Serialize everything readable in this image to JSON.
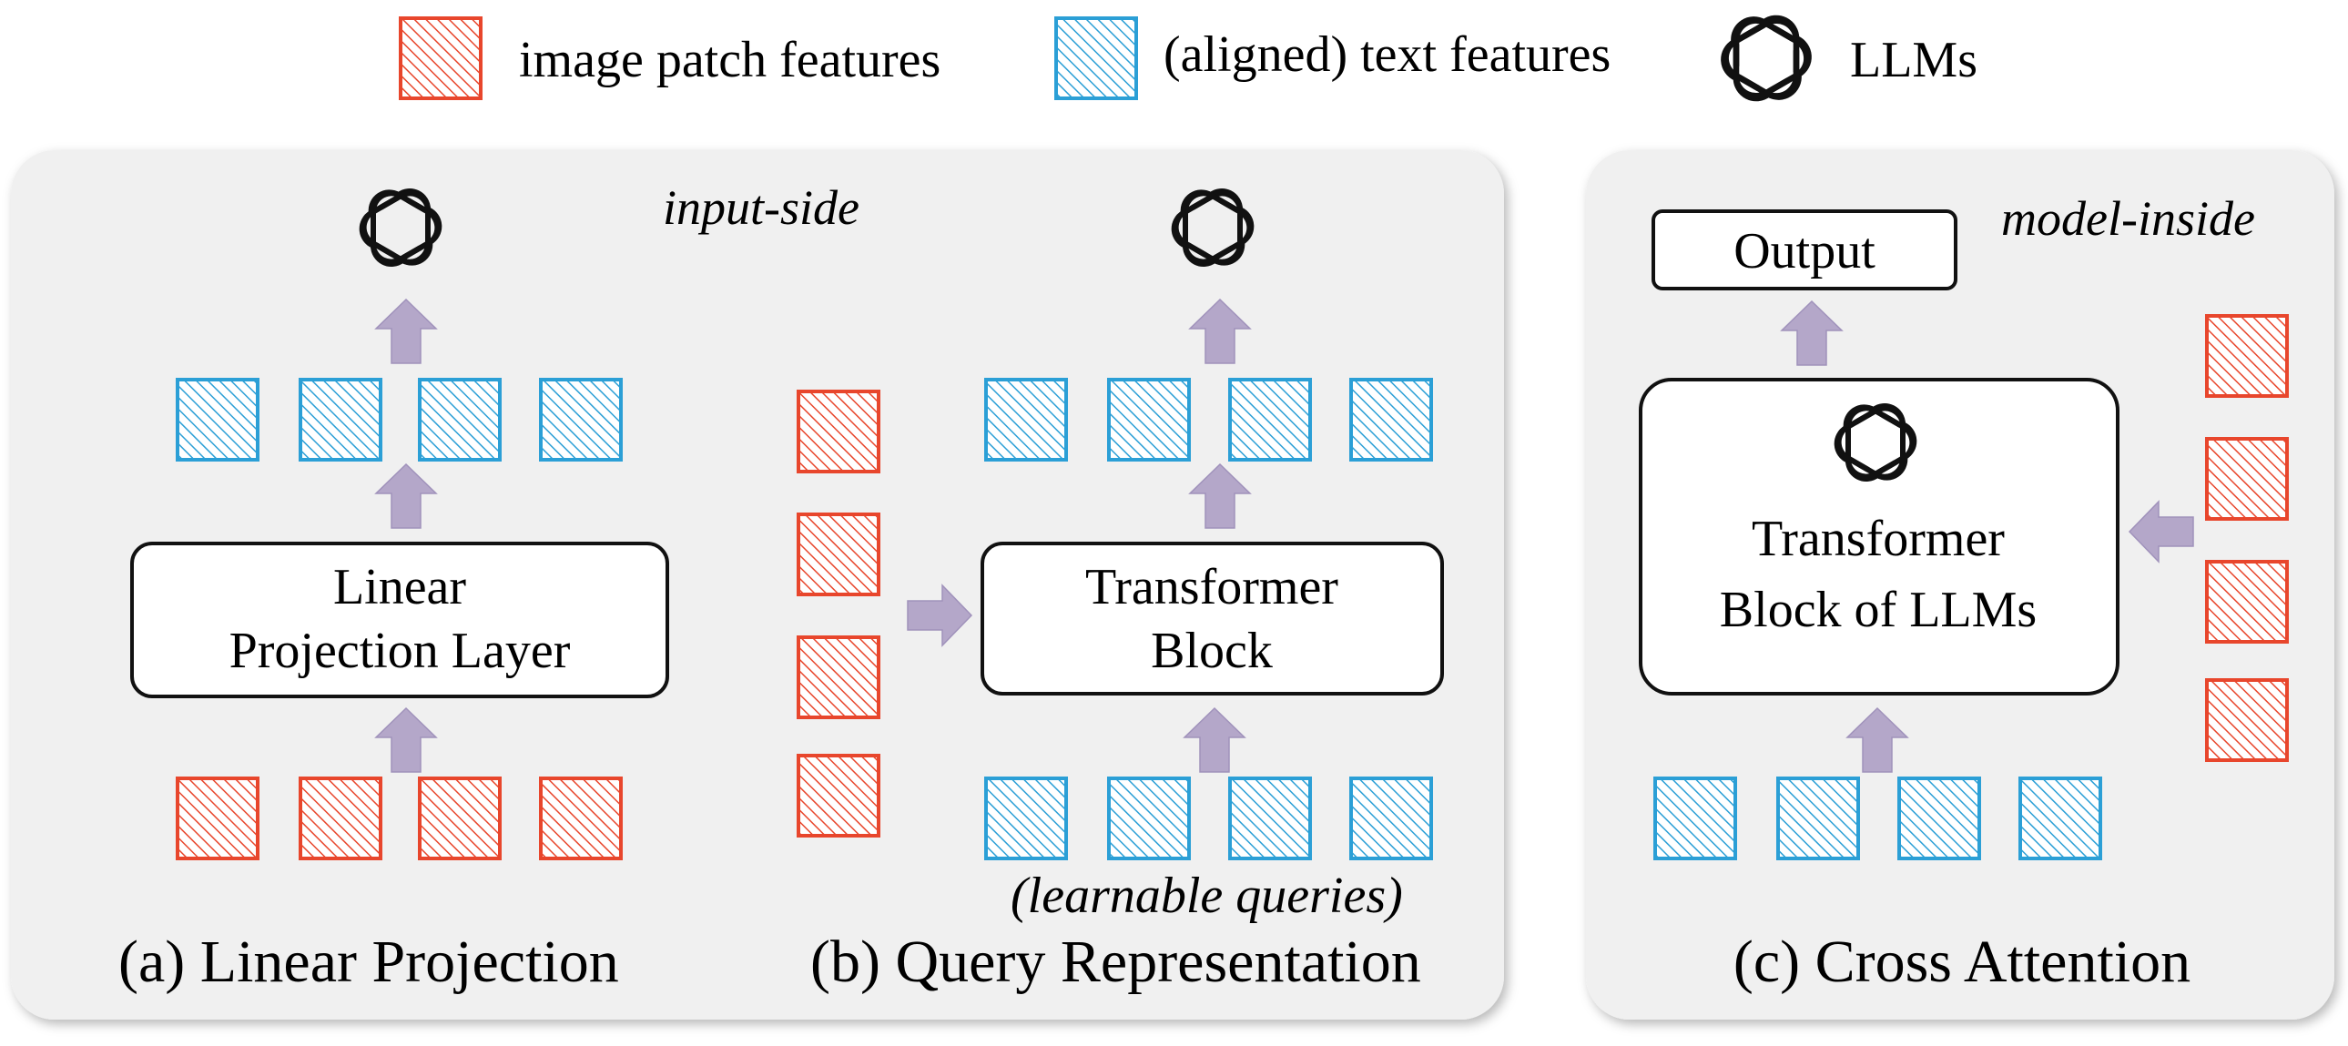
{
  "legend": {
    "image_label": "image patch features",
    "text_label": "(aligned) text features",
    "llm_label": "LLMs"
  },
  "colors": {
    "image": "#e8462c",
    "text": "#2b9fd6",
    "arrow": "#b4a7c9",
    "panel": "#f0f0f0"
  },
  "panel_ab": {
    "tag": "input-side",
    "linear": {
      "box_line1": "Linear",
      "box_line2": "Projection Layer",
      "caption": "(a) Linear Projection"
    },
    "query": {
      "box_line1": "Transformer",
      "box_line2": "Block",
      "queries_note": "(learnable queries)",
      "caption": "(b) Query Representation"
    }
  },
  "panel_c": {
    "tag": "model-inside",
    "output_label": "Output",
    "box_line1": "Transformer",
    "box_line2": "Block of LLMs",
    "caption": "(c) Cross Attention"
  }
}
